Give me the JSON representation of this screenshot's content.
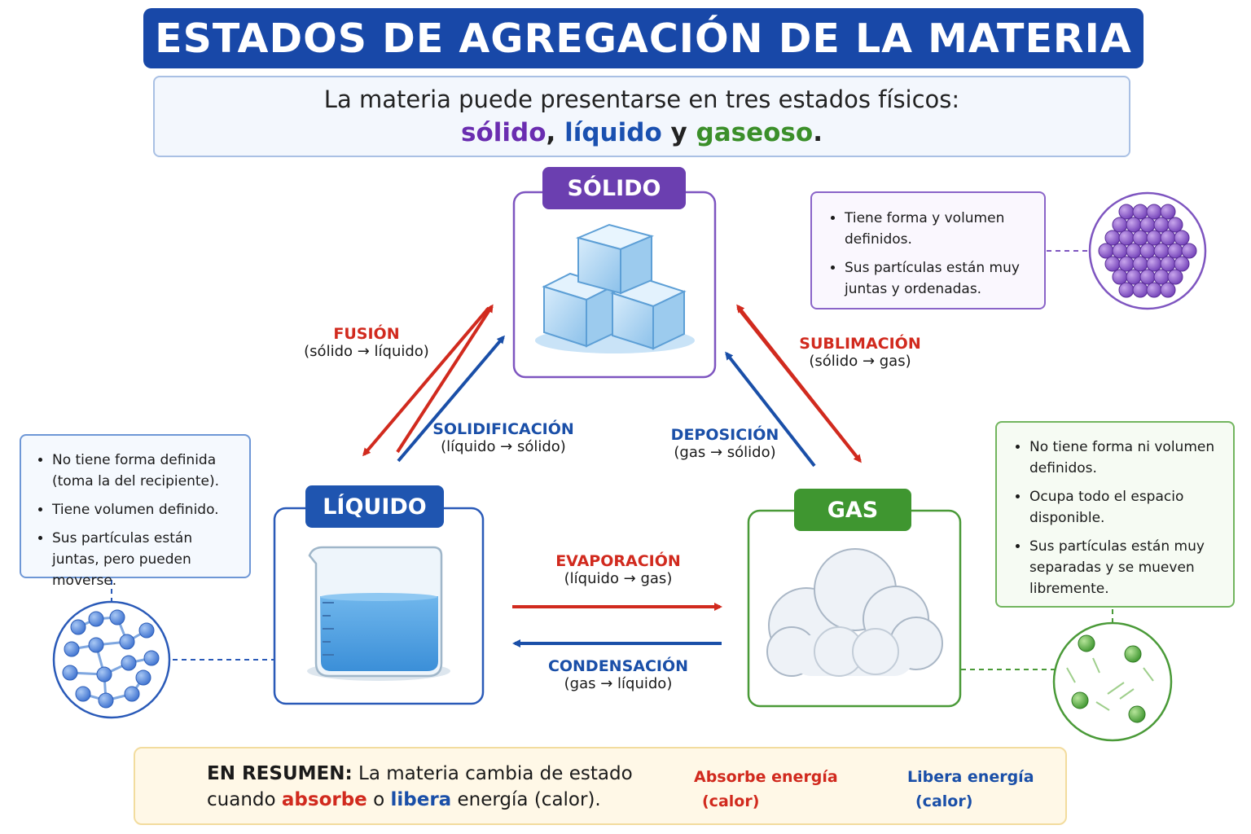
{
  "title": "ESTADOS DE AGREGACIÓN DE LA MATERIA",
  "intro": {
    "line1": "La materia puede presentarse en tres estados físicos:",
    "solid": "sólido",
    "sep1": ", ",
    "liquid": "líquido",
    "sep2": " y ",
    "gas": "gaseoso",
    "end": "."
  },
  "states": {
    "solid": {
      "label": "SÓLIDO",
      "color": "#6b3fb0"
    },
    "liquid": {
      "label": "LÍQUIDO",
      "color": "#1f55b0"
    },
    "gas": {
      "label": "GAS",
      "color": "#3f9630"
    }
  },
  "info": {
    "solid": [
      "Tiene forma y volumen definidos.",
      "Sus partículas están muy juntas y ordenadas."
    ],
    "liquid": [
      "No tiene forma definida (toma la del recipiente).",
      "Tiene volumen definido.",
      "Sus partículas están juntas, pero pueden moverse."
    ],
    "gas": [
      "No tiene forma ni volumen definidos.",
      "Ocupa todo el espacio disponible.",
      "Sus partículas están muy separadas y se mueven libremente."
    ]
  },
  "processes": {
    "fusion": {
      "name": "FUSIÓN",
      "detail": "(sólido → líquido)"
    },
    "solidification": {
      "name": "SOLIDIFICACIÓN",
      "detail": "(líquido → sólido)"
    },
    "sublimation": {
      "name": "SUBLIMACIÓN",
      "detail": "(sólido → gas)"
    },
    "deposition": {
      "name": "DEPOSICIÓN",
      "detail": "(gas → sólido)"
    },
    "evaporation": {
      "name": "EVAPORACIÓN",
      "detail": "(líquido → gas)"
    },
    "condensation": {
      "name": "CONDENSACIÓN",
      "detail": "(gas → líquido)"
    }
  },
  "summary": {
    "heading": "EN RESUMEN:",
    "text1": " La materia cambia de estado",
    "text2": "cuando ",
    "absorbs": "absorbe",
    "or": " o ",
    "releases": "libera",
    "text3": " energía (calor).",
    "legend_absorb_1": "Absorbe energía",
    "legend_absorb_2": "(calor)",
    "legend_release_1": "Libera energía",
    "legend_release_2": "(calor)"
  },
  "colors": {
    "absorb": "#d12a1e",
    "release": "#1a4fa8",
    "solid": "#6b3fb0",
    "liquid": "#1f55b0",
    "gas": "#3f9630"
  },
  "icons": [
    "ice-cubes",
    "water-beaker",
    "cloud",
    "lightbulb"
  ]
}
